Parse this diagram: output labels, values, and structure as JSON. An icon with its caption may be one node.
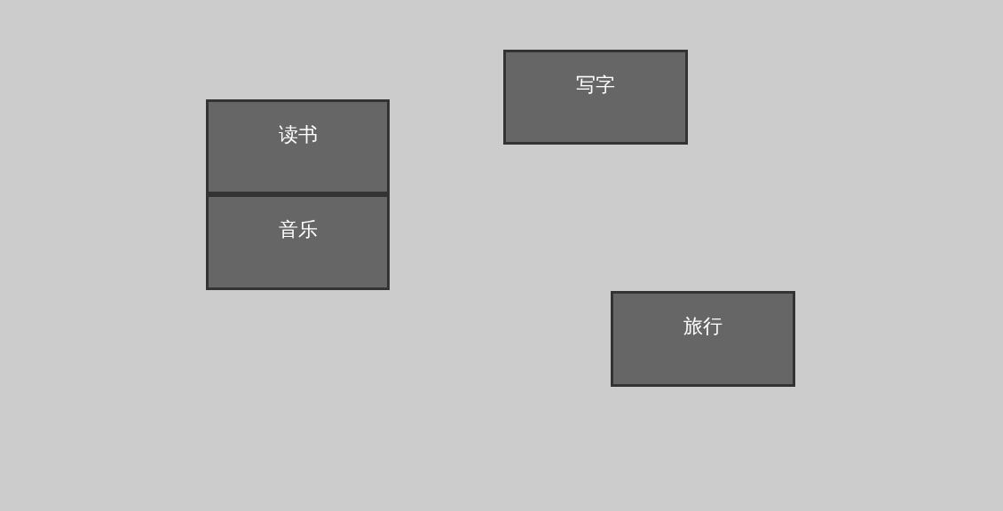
{
  "diagram": {
    "nodes": [
      {
        "text": [
          "读书"
        ]
      },
      {
        "text": [
          "音乐"
        ]
      },
      {
        "text": [
          "写字"
        ]
      },
      {
        "text": [
          "旅行"
        ]
      }
    ]
  }
}
